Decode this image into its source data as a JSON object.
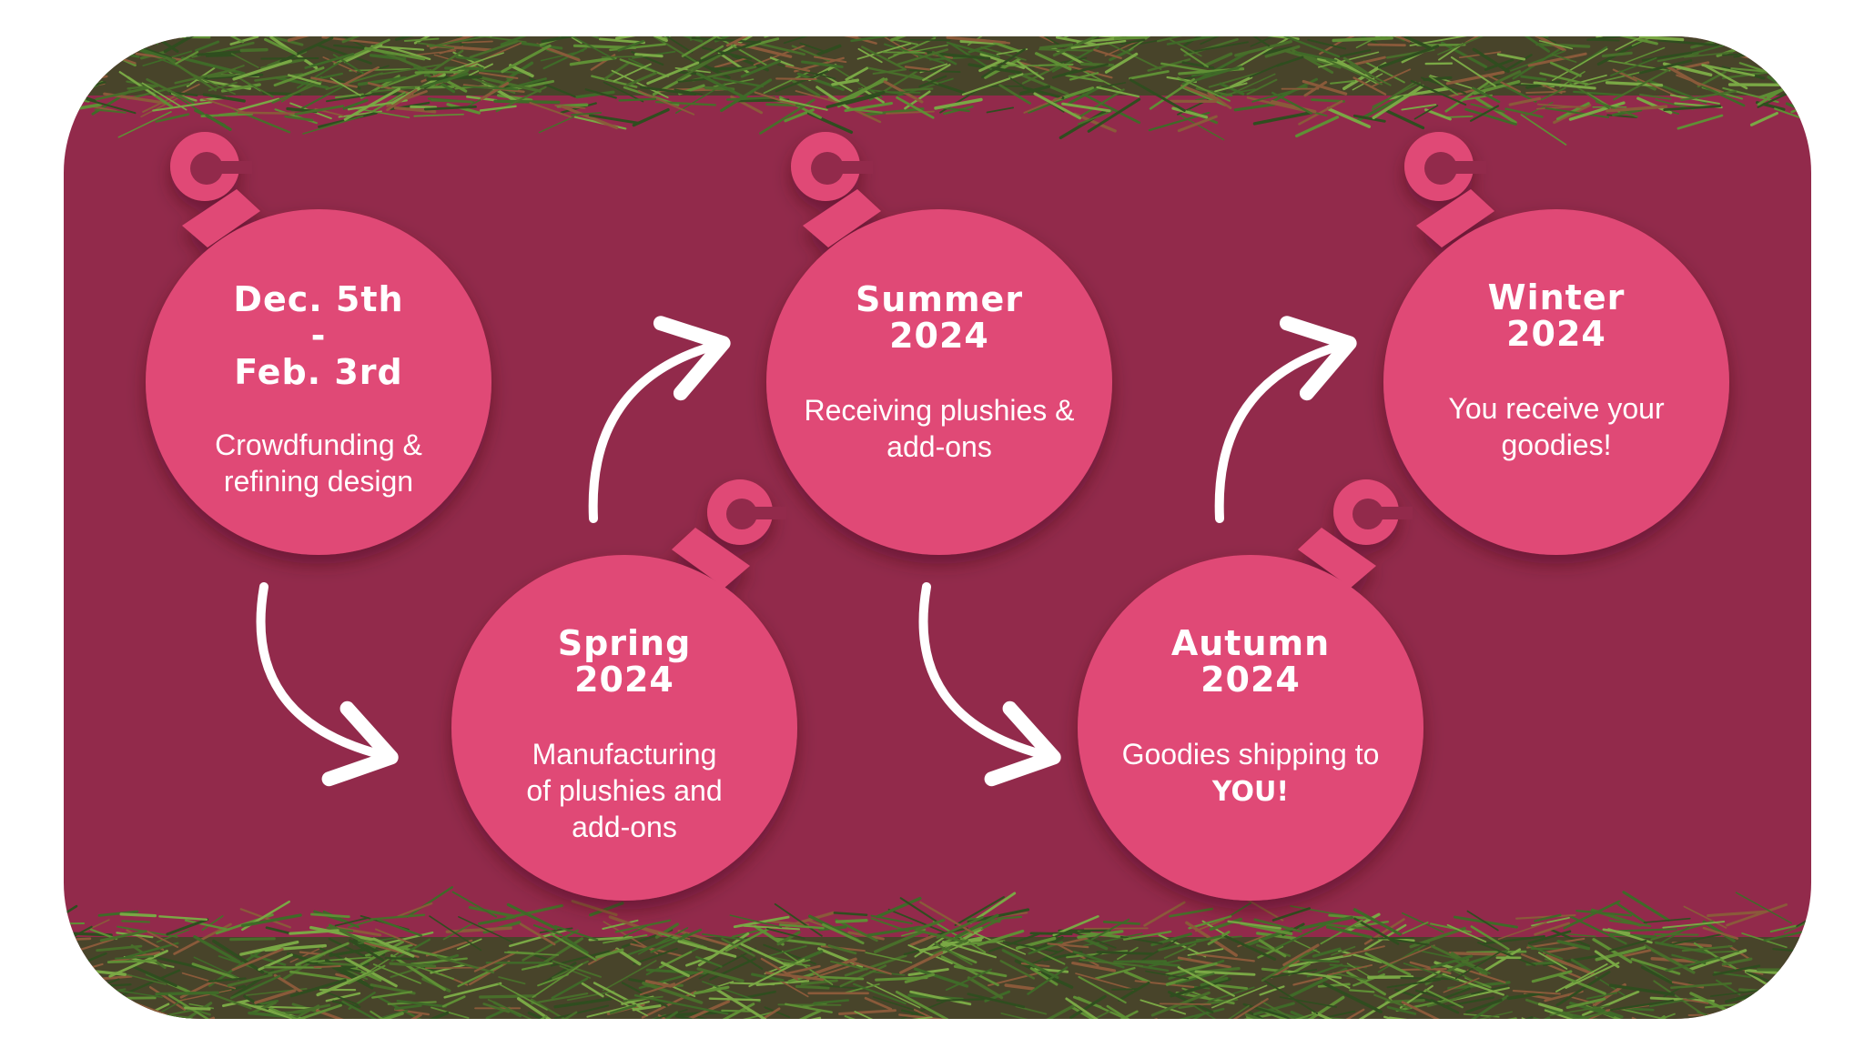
{
  "colors": {
    "background": "#922a4b",
    "ornament": "#e04a76",
    "garland_dark": "#2f4d1f",
    "garland_light": "#6a9a3a",
    "arrow": "#ffffff",
    "text": "#ffffff"
  },
  "ornaments": [
    {
      "title_lines": [
        "Dec. 5th",
        "-",
        "Feb. 3rd"
      ],
      "desc_lines": [
        "Crowdfunding &",
        "refining design"
      ],
      "desc_bold": ""
    },
    {
      "title_lines": [
        "Spring",
        "2024"
      ],
      "desc_lines": [
        "Manufacturing",
        "of plushies and",
        "add-ons"
      ],
      "desc_bold": ""
    },
    {
      "title_lines": [
        "Summer",
        "2024"
      ],
      "desc_lines": [
        "Receiving plushies &",
        "add-ons"
      ],
      "desc_bold": ""
    },
    {
      "title_lines": [
        "Autumn",
        "2024"
      ],
      "desc_lines": [
        "Goodies shipping to"
      ],
      "desc_bold": "YOU!"
    },
    {
      "title_lines": [
        "Winter",
        "2024"
      ],
      "desc_lines": [
        "You receive your",
        "goodies!"
      ],
      "desc_bold": ""
    }
  ],
  "arrows": [
    {
      "from": 0,
      "to": 1,
      "icon": "curved-arrow-down-right-icon"
    },
    {
      "from": 1,
      "to": 2,
      "icon": "curved-arrow-up-right-icon"
    },
    {
      "from": 2,
      "to": 3,
      "icon": "curved-arrow-down-right-icon"
    },
    {
      "from": 3,
      "to": 4,
      "icon": "curved-arrow-up-right-icon"
    }
  ],
  "decorations": [
    "pine-garland-top-icon",
    "pine-garland-bottom-icon"
  ]
}
